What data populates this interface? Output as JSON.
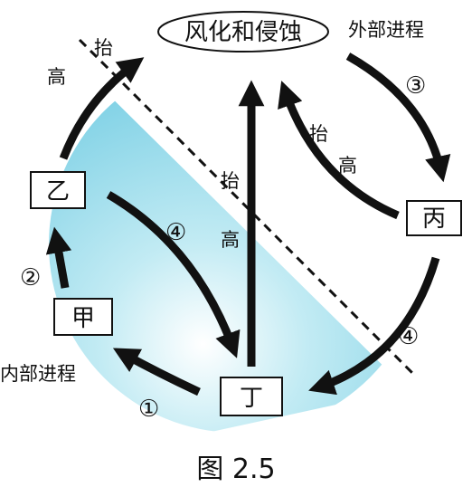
{
  "diagram": {
    "top_label": "风化和侵蚀",
    "external_process": "外部进程",
    "internal_process": "内部进程",
    "nodes": {
      "jia": "甲",
      "yi": "乙",
      "bing": "丙",
      "ding": "丁"
    },
    "uplift": {
      "a_top": "抬",
      "a_bottom": "高",
      "b_top": "抬",
      "b_bottom": "高",
      "c_top": "抬",
      "c_bottom": "高"
    },
    "step_numbers": {
      "one": "①",
      "two": "②",
      "three": "③",
      "four_left": "④",
      "four_right": "④"
    },
    "caption": "图 2.5"
  },
  "colors": {
    "shade": "#7fd3e6",
    "ink": "#111111"
  }
}
